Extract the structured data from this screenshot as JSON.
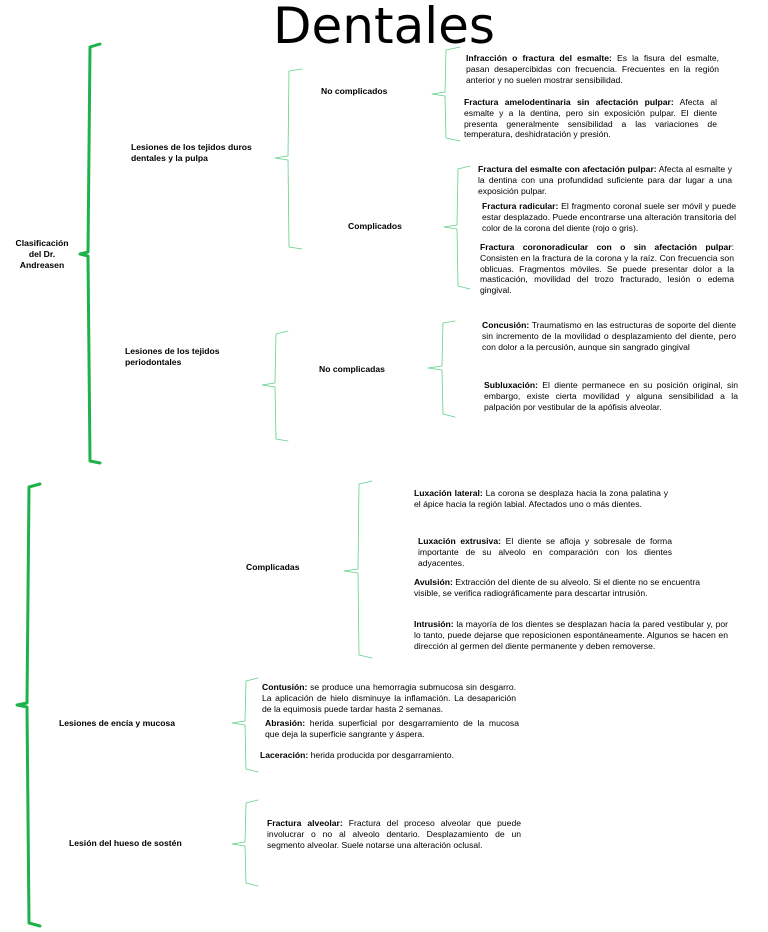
{
  "title": "Dentales",
  "accent": "#1db34a",
  "thin_brace_color": "#5fcf85",
  "nodes": {
    "clasificacion": "Clasificación del Dr. Andreasen",
    "duros": "Lesiones de los tejidos duros dentales y la pulpa",
    "periodontales": "Lesiones de los tejidos periodontales",
    "no_complicados": "No complicados",
    "complicados": "Complicados",
    "no_complicadas": "No complicadas",
    "complicadas": "Complicadas",
    "encia": "Lesiones de encía y mucosa",
    "hueso": "Lesión del hueso de sostén"
  },
  "items": {
    "infraccion": {
      "term": "Infracción o fractura del esmalte:",
      "text": " Es la fisura del esmalte, pasan desapercibidas con frecuencia. Frecuentes en la región anterior y no suelen mostrar sensibilidad."
    },
    "amelodentinaria": {
      "term": "Fractura amelodentinaria sin afectación pulpar:",
      "text": " Afecta al esmalte y a la dentina, pero sin exposición pulpar. El diente presenta generalmente sensibilidad a las variaciones de temperatura, deshidratación y presión."
    },
    "esmalte_pulpar": {
      "term": "Fractura del esmalte con afectación pulpar:",
      "text": " Afecta al esmalte y la dentina con una profundidad suficiente para dar lugar a una exposición pulpar."
    },
    "radicular": {
      "term": "Fractura radicular:",
      "text": " El fragmento coronal suele ser móvil y puede estar desplazado. Puede encontrarse una alteración transitoria del color de la corona del diente (rojo o gris)."
    },
    "coronoradicular": {
      "term": "Fractura coronoradicular con o sin afectación pulpar",
      "text": ": Consisten en la fractura de la corona y la raíz. Con frecuencia son oblicuas. Fragmentos móviles. Se puede presentar dolor a la masticación, movilidad del trozo fracturado, lesión o edema gingival."
    },
    "concusion": {
      "term": "Concusión:",
      "text": " Traumatismo en las estructuras de soporte del diente sin incremento de la movilidad o desplazamiento del diente, pero con dolor a la percusión, aunque sin sangrado gingival"
    },
    "subluxacion": {
      "term": "Subluxación:",
      "text": " El diente permanece en su posición original, sin embargo, existe cierta movilidad y alguna sensibilidad a la palpación por vestibular de la apófisis alveolar."
    },
    "lux_lateral": {
      "term": "Luxación lateral:",
      "text": " La corona se desplaza hacia la zona palatina y el ápice hacia la región labial. Afectados uno o más dientes."
    },
    "lux_extrusiva": {
      "term": "Luxación extrusiva:",
      "text": " El diente se afloja y sobresale de forma importante de su alveolo en comparación con los dientes adyacentes."
    },
    "avulsion": {
      "term": "Avulsión:",
      "text": " Extracción del diente de su alveolo. Si el diente no se encuentra visible, se verifica radiográficamente para descartar intrusión."
    },
    "intrusion": {
      "term": "Intrusión:",
      "text": " la mayoría de los dientes se desplazan hacia la pared vestibular y, por lo tanto, puede dejarse que reposicionen espontáneamente. Algunos se hacen en dirección al germen del diente permanente y deben removerse."
    },
    "contusion": {
      "term": "Contusión:",
      "text": " se produce una hemorragia submucosa sin desgarro. La aplicación de hielo disminuye la inflamación. La desaparición de la equimosis puede tardar hasta 2 semanas."
    },
    "abrasion": {
      "term": "Abrasión:",
      "text": " herida superficial por desgarramiento de la mucosa que deja la superficie sangrante y áspera."
    },
    "laceracion": {
      "term": "Laceración:",
      "text": " herida producida por desgarramiento."
    },
    "fractura_alveolar": {
      "term": "Fractura alveolar:",
      "text": " Fractura del proceso alveolar que puede involucrar o no al alveolo dentario. Desplazamiento de un segmento alveolar. Suele notarse una alteración oclusal."
    }
  }
}
